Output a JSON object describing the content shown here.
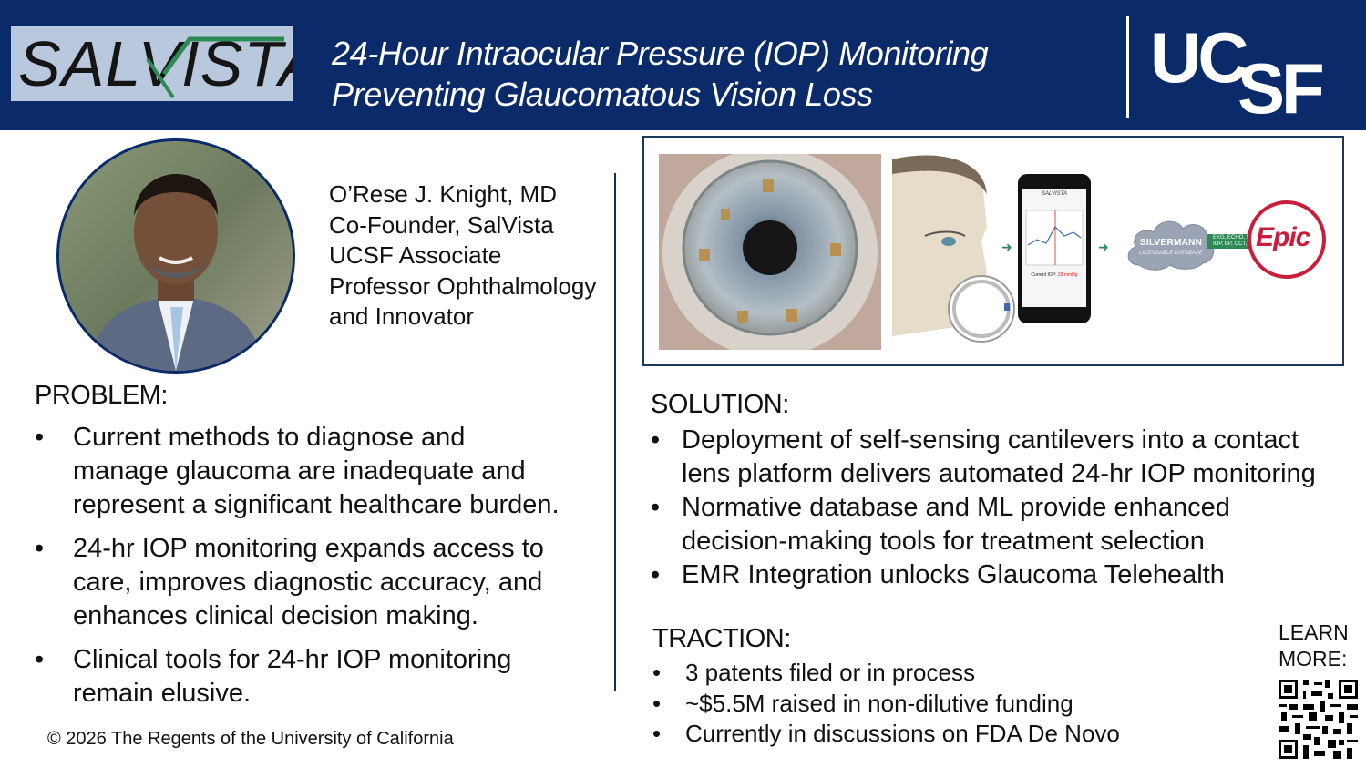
{
  "header": {
    "logo_text": "SALVISTA",
    "title_line1": "24-Hour Intraocular Pressure (IOP) Monitoring",
    "title_line2": "Preventing Glaucomatous Vision Loss",
    "institution_logo": "UCSF",
    "colors": {
      "banner": "#0b2a6a",
      "logo_bg": "#b9c8dd",
      "accent": "#2d8a55"
    }
  },
  "presenter": {
    "photo_icon": "portrait-photo",
    "name": "O’Rese J. Knight, MD",
    "role": "Co-Founder, SalVista",
    "affiliation_lines": [
      "UCSF Associate",
      "Professor Ophthalmology",
      "and Innovator"
    ]
  },
  "problem": {
    "heading": "PROBLEM:",
    "items": [
      [
        "Current methods to diagnose and",
        "manage glaucoma are inadequate and",
        "represent a significant healthcare burden."
      ],
      [
        "24-hr IOP monitoring expands access to",
        "care, improves diagnostic accuracy, and",
        "enhances clinical decision making."
      ],
      [
        "Clinical tools for 24-hr IOP monitoring",
        "remain elusive."
      ]
    ]
  },
  "figure": {
    "phone_brand": "SALVISTA",
    "phone_reading_label": "Current IOP:",
    "phone_reading_value": "29 mmHg",
    "database_name": "SILVERMANN",
    "database_sub": "LICENSABLE DATABASE",
    "band_line1": "EKG, ECHO, SLEEP",
    "band_line2": "IOP, BP, OCT, VF",
    "emr_logo": "Epic"
  },
  "solution": {
    "heading": "SOLUTION:",
    "items": [
      [
        "Deployment of self-sensing cantilevers into a contact",
        "lens platform delivers automated 24-hr IOP monitoring"
      ],
      [
        "Normative database and ML provide enhanced",
        "decision-making tools for treatment selection"
      ],
      [
        "EMR Integration unlocks Glaucoma Telehealth"
      ]
    ]
  },
  "traction": {
    "heading": "TRACTION:",
    "items": [
      "3 patents filed or in process",
      "~$5.5M raised in non-dilutive funding",
      "Currently in discussions on FDA De Novo"
    ]
  },
  "learn_more": {
    "line1": "LEARN",
    "line2": "MORE:",
    "qr_icon": "qr-code-icon"
  },
  "footer": {
    "copyright": "© 2026 The Regents of the University of California"
  }
}
